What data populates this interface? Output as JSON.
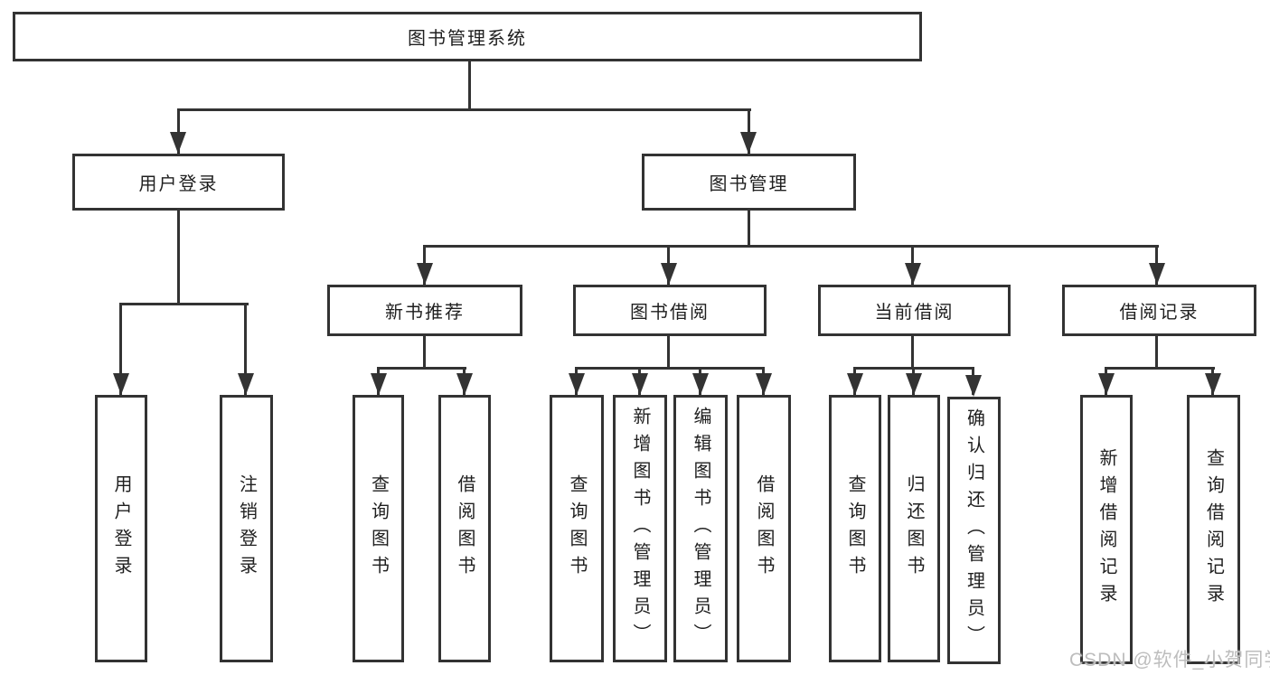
{
  "tree": {
    "root": "图书管理系统",
    "branches": [
      {
        "label": "用户登录",
        "children": [
          "用户登录",
          "注销登录"
        ]
      },
      {
        "label": "图书管理",
        "groups": [
          {
            "label": "新书推荐",
            "children": [
              "查询图书",
              "借阅图书"
            ]
          },
          {
            "label": "图书借阅",
            "children": [
              "查询图书",
              "新增图书（管理员）",
              "编辑图书（管理员）",
              "借阅图书"
            ]
          },
          {
            "label": "当前借阅",
            "children": [
              "查询图书",
              "归还图书",
              "确认归还（管理员）"
            ]
          },
          {
            "label": "借阅记录",
            "children": [
              "新增借阅记录",
              "查询借阅记录"
            ]
          }
        ]
      }
    ]
  },
  "watermark": {
    "text": "CSDN @软件_小贺同学",
    "color": "#bdbdbd"
  },
  "colors": {
    "line": "#333333",
    "box_border": "#333333",
    "text": "#1f1f1f",
    "background": "#ffffff"
  }
}
